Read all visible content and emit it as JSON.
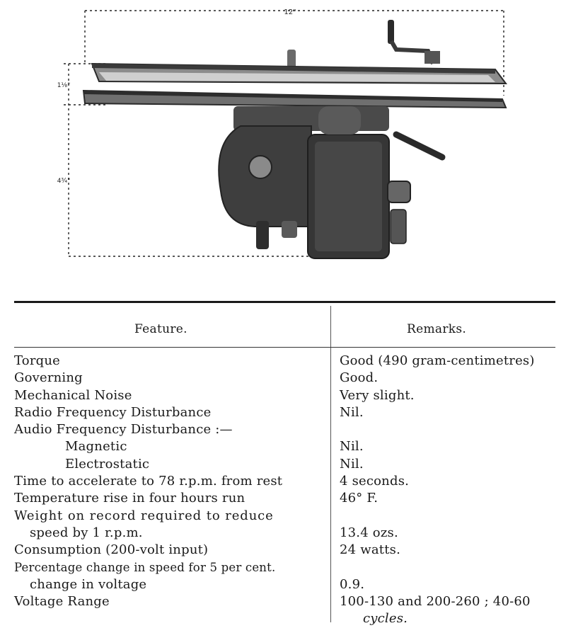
{
  "figure": {
    "dim_width": "12\"",
    "dim_height_top": "1⅛\"",
    "dim_height_main": "4¾\""
  },
  "table": {
    "header_feature": "Feature.",
    "header_remarks": "Remarks.",
    "rows": [
      {
        "feature": "Torque",
        "remark": "Good (490 gram-centimetres)"
      },
      {
        "feature": "Governing",
        "remark": "Good."
      },
      {
        "feature": "Mechanical Noise",
        "remark": "Very slight."
      },
      {
        "feature": "Radio Frequency Disturbance",
        "remark": "Nil."
      },
      {
        "feature": "Audio Frequency Disturbance :—",
        "remark": ""
      },
      {
        "feature": "Magnetic",
        "remark": "Nil."
      },
      {
        "feature": "Electrostatic",
        "remark": "Nil."
      },
      {
        "feature": "Time to accelerate to 78 r.p.m. from rest",
        "remark": "4 seconds."
      },
      {
        "feature": "Temperature rise in four hours run",
        "remark": "46° F."
      },
      {
        "feature": "Weight on record required to reduce",
        "remark": ""
      },
      {
        "feature": "speed by 1 r.p.m.",
        "remark": "13.4 ozs."
      },
      {
        "feature": "Consumption (200-volt input)",
        "remark": "24 watts."
      },
      {
        "feature": "Percentage change in speed for 5 per cent.",
        "remark": ""
      },
      {
        "feature": "change in voltage",
        "remark": "0.9."
      },
      {
        "feature": "Voltage Range",
        "remark": "100-130 and 200-260 ; 40-60"
      },
      {
        "feature": "",
        "remark": "cycles."
      }
    ]
  }
}
